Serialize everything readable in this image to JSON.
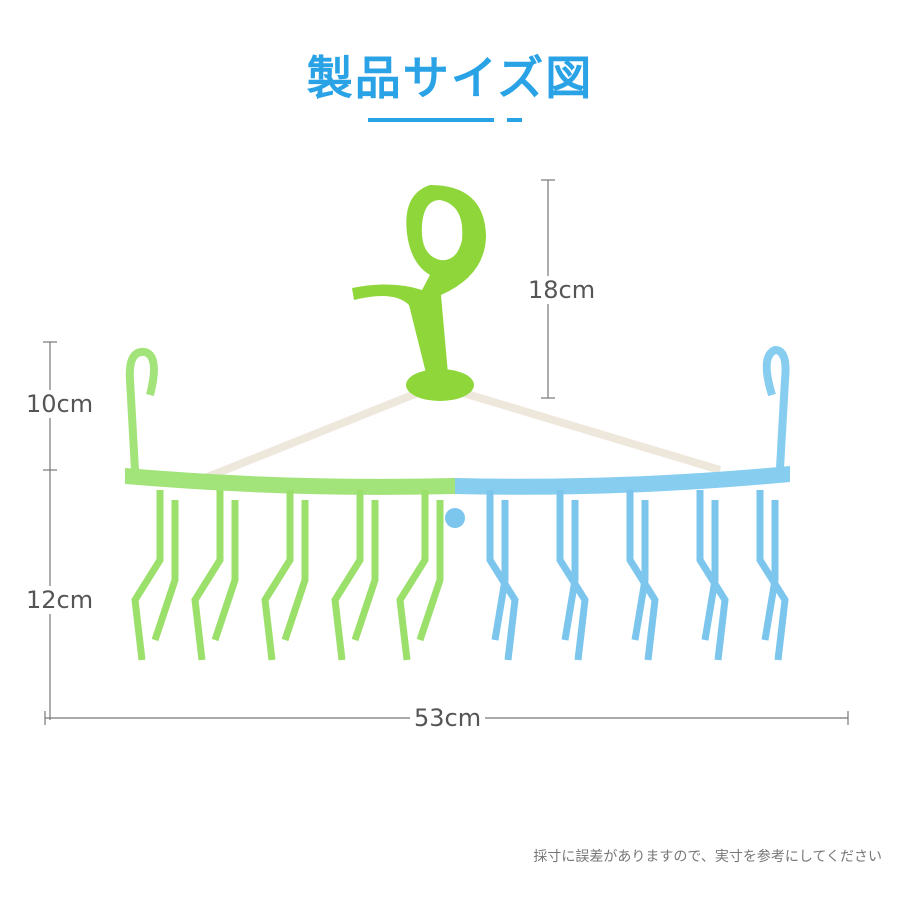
{
  "title": "製品サイズ図",
  "dimensions": {
    "hook_height": "18cm",
    "hook_side_height": "10cm",
    "clip_height": "12cm",
    "width": "53cm"
  },
  "note": "採寸に誤差がありますので、実寸を参考にしてください",
  "colors": {
    "accent": "#2aa3e6",
    "green": "#9be06a",
    "blue": "#7cc6ee",
    "hook": "#8fd63a"
  }
}
